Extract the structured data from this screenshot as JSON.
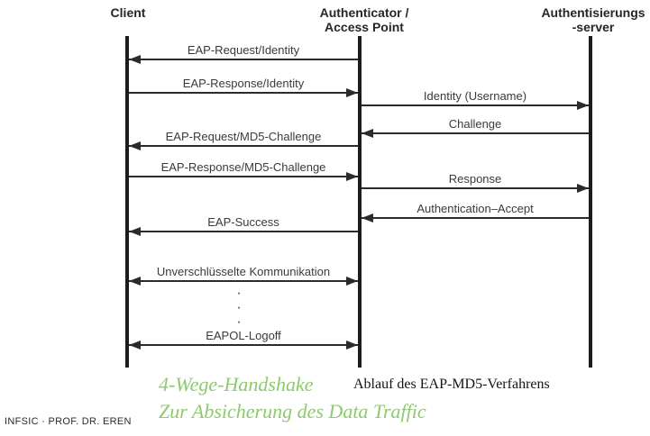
{
  "colors": {
    "line_black": "#2b2b2b",
    "note_green": "#8dc96f"
  },
  "diagram": {
    "actors": [
      {
        "id": "client",
        "label": "Client"
      },
      {
        "id": "authenticator",
        "label": "Authenticator /\nAccess Point"
      },
      {
        "id": "server",
        "label": "Authentisierungs\n-server"
      }
    ],
    "messages": [
      {
        "label": "EAP-Request/Identity",
        "from": "authenticator",
        "to": "client",
        "direction": "left"
      },
      {
        "label": "EAP-Response/Identity",
        "from": "client",
        "to": "authenticator",
        "direction": "right"
      },
      {
        "label": "Identity (Username)",
        "from": "authenticator",
        "to": "server",
        "direction": "right"
      },
      {
        "label": "Challenge",
        "from": "server",
        "to": "authenticator",
        "direction": "left"
      },
      {
        "label": "EAP-Request/MD5-Challenge",
        "from": "authenticator",
        "to": "client",
        "direction": "left"
      },
      {
        "label": "EAP-Response/MD5-Challenge",
        "from": "client",
        "to": "authenticator",
        "direction": "right"
      },
      {
        "label": "Response",
        "from": "authenticator",
        "to": "server",
        "direction": "right"
      },
      {
        "label": "Authentication–Accept",
        "from": "server",
        "to": "authenticator",
        "direction": "left"
      },
      {
        "label": "EAP-Success",
        "from": "authenticator",
        "to": "client",
        "direction": "left"
      },
      {
        "label": "Unverschlüsselte Kommunikation",
        "from": "client",
        "to": "authenticator",
        "direction": "both"
      },
      {
        "label": "EAPOL-Logoff",
        "from": "client",
        "to": "authenticator",
        "direction": "both"
      }
    ],
    "ellipsis": "·\n·\n·"
  },
  "annotations": {
    "handshake_line1": "4-Wege-Handshake",
    "handshake_line2": "Zur Absicherung des Data Traffic",
    "caption": "Ablauf des EAP-MD5-Verfahrens",
    "footer": "INFSIC · PROF. DR. EREN"
  }
}
